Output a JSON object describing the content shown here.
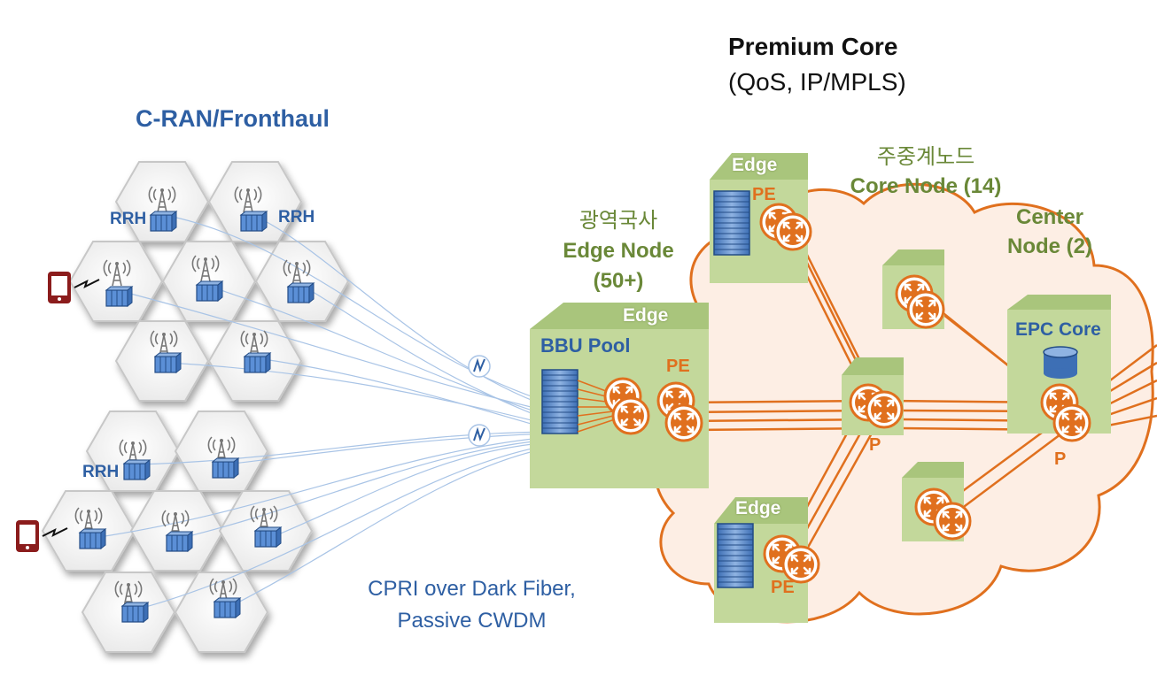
{
  "title": "Premium Core",
  "subtitle": "(QoS, IP/MPLS)",
  "cran_title": "C-RAN/Fronthaul",
  "rrh_label": "RRH",
  "fronthaul_note_line1": "CPRI over Dark Fiber,",
  "fronthaul_note_line2": "Passive CWDM",
  "edge_node": {
    "korean": "광역국사",
    "label": "Edge Node",
    "count": "(50+)"
  },
  "core_node": {
    "korean": "주중계노드",
    "label": "Core Node (14)"
  },
  "center_node": {
    "line1": "Center",
    "line2": "Node (2)"
  },
  "edge_box_label": "Edge",
  "bbu_pool_label": "BBU Pool",
  "epc_core_label": "EPC Core",
  "pe_label": "PE",
  "p_label": "P",
  "colors": {
    "orange": "#e0701e",
    "green_box": "#c3d89b",
    "cloud_fill": "#fdeee4",
    "blue_text": "#2e5fa3",
    "green_text": "#6a8838",
    "phone": "#8b1c1c"
  },
  "icons": [
    "mobile-phone-icon",
    "antenna-tower-icon",
    "rrh-unit-icon",
    "router-icon",
    "server-rack-icon",
    "database-icon",
    "cwdm-filter-icon"
  ]
}
